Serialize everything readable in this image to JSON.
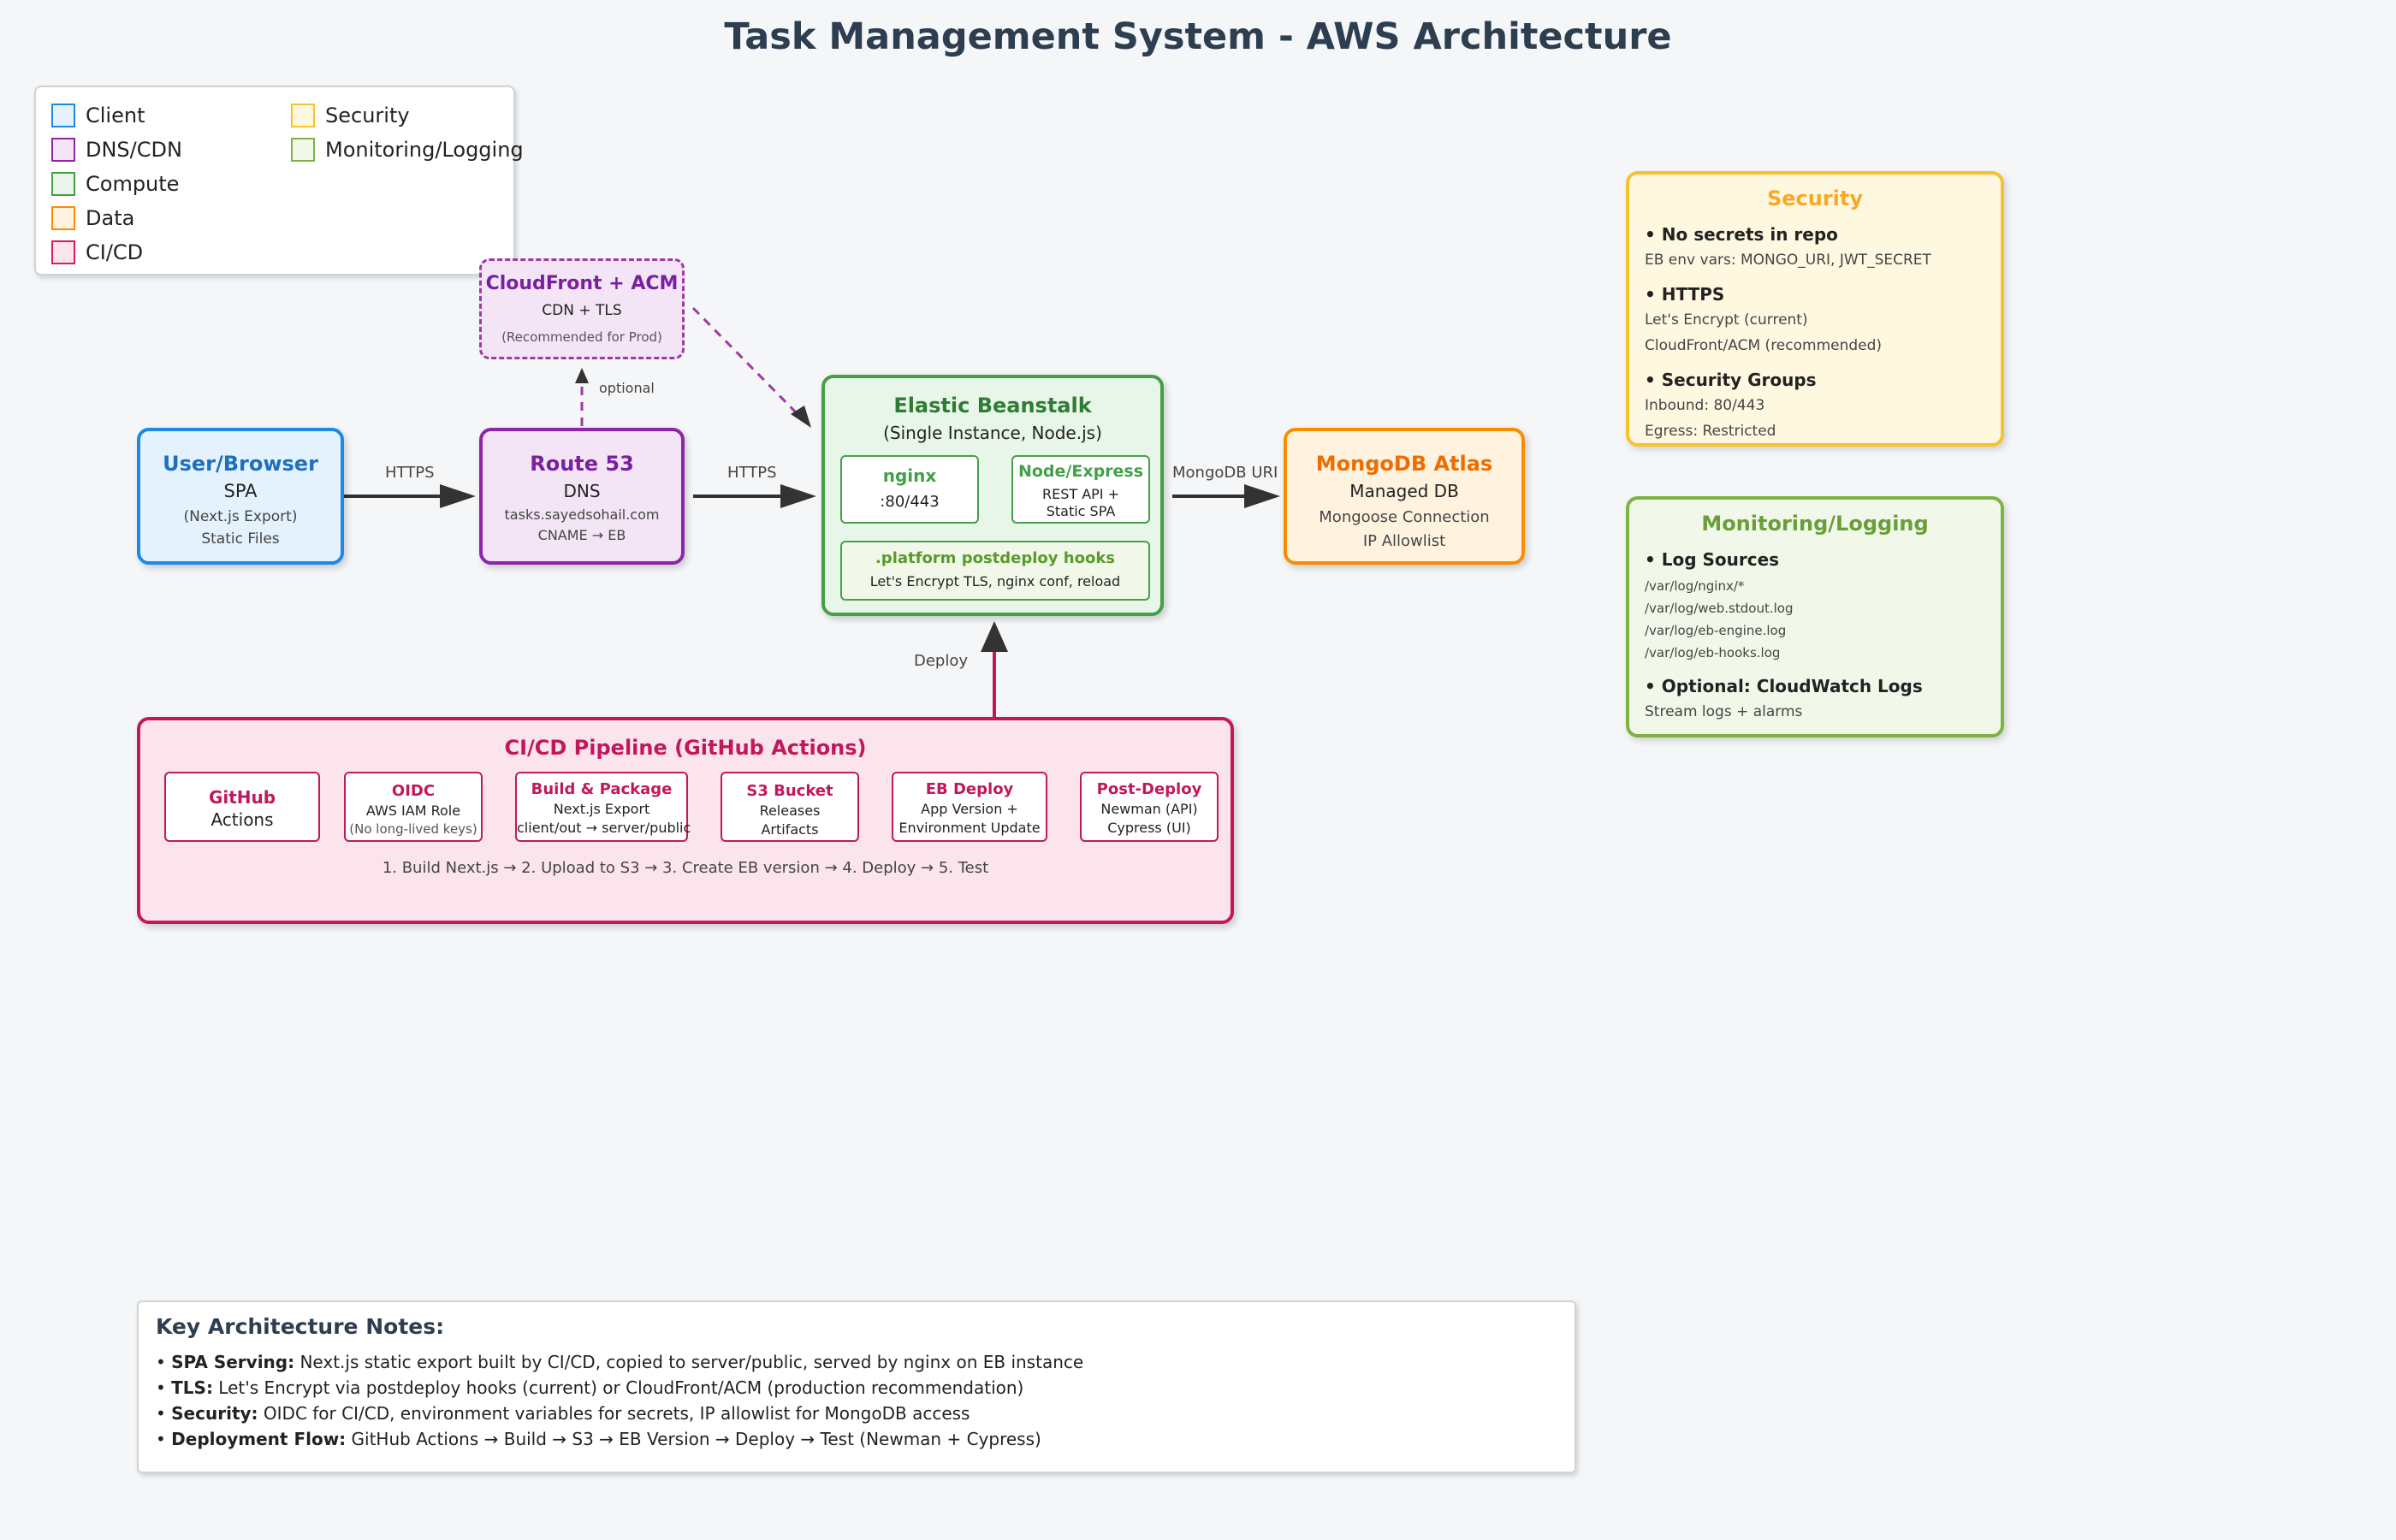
{
  "title": "Task Management System - AWS Architecture",
  "legend": [
    {
      "label": "Client",
      "color": "#1e88e5",
      "fill": "#e3f2fd"
    },
    {
      "label": "DNS/CDN",
      "color": "#8e24aa",
      "fill": "#f3e5f5"
    },
    {
      "label": "Compute",
      "color": "#43a047",
      "fill": "#e8f5e9"
    },
    {
      "label": "Data",
      "color": "#fb8c00",
      "fill": "#fff3e0"
    },
    {
      "label": "CI/CD",
      "color": "#d81b60",
      "fill": "#fce4ec"
    },
    {
      "label": "Security",
      "color": "#fbc02d",
      "fill": "#fff8e1"
    },
    {
      "label": "Monitoring/Logging",
      "color": "#7cb342",
      "fill": "#f1f8e9"
    }
  ],
  "nodes": {
    "user": {
      "title": "User/Browser",
      "line1": "SPA",
      "line2": "(Next.js Export)",
      "line3": "Static Files"
    },
    "route53": {
      "title": "Route 53",
      "line1": "DNS",
      "line2": "tasks.sayedsohail.com",
      "line3": "CNAME → EB"
    },
    "cloudfront": {
      "title": "CloudFront + ACM",
      "line1": "CDN + TLS",
      "line2": "(Recommended for Prod)"
    },
    "eb": {
      "title": "Elastic Beanstalk",
      "subtitle": "(Single Instance, Node.js)",
      "nginx_title": "nginx",
      "nginx_port": ":80/443",
      "node_title": "Node/Express",
      "node_line1": "REST API +",
      "node_line2": "Static SPA",
      "hooks_title": ".platform postdeploy hooks",
      "hooks_line": "Let's Encrypt TLS, nginx conf, reload"
    },
    "mongo": {
      "title": "MongoDB Atlas",
      "line1": "Managed DB",
      "line2": "Mongoose Connection",
      "line3": "IP Allowlist"
    }
  },
  "edges": {
    "user_route53": "HTTPS",
    "route53_eb": "HTTPS",
    "eb_mongo": "MongoDB URI",
    "route53_cloudfront": "optional",
    "cicd_eb": "Deploy"
  },
  "cicd": {
    "title": "CI/CD Pipeline (GitHub Actions)",
    "steps": [
      {
        "title": "GitHub",
        "line1": "Actions",
        "line2": ""
      },
      {
        "title": "OIDC",
        "line1": "AWS IAM Role",
        "line2": "(No long-lived keys)"
      },
      {
        "title": "Build & Package",
        "line1": "Next.js Export",
        "line2": "client/out → server/public"
      },
      {
        "title": "S3 Bucket",
        "line1": "Releases",
        "line2": "Artifacts"
      },
      {
        "title": "EB Deploy",
        "line1": "App Version +",
        "line2": "Environment Update"
      },
      {
        "title": "Post-Deploy",
        "line1": "Newman (API)",
        "line2": "Cypress (UI)"
      }
    ],
    "flow": "1. Build Next.js → 2. Upload to S3 → 3. Create EB version → 4. Deploy → 5. Test"
  },
  "security": {
    "title": "Security",
    "items": [
      {
        "head": "• No secrets in repo",
        "lines": [
          "EB env vars: MONGO_URI, JWT_SECRET"
        ]
      },
      {
        "head": "• HTTPS",
        "lines": [
          "Let's Encrypt (current)",
          "CloudFront/ACM (recommended)"
        ]
      },
      {
        "head": "• Security Groups",
        "lines": [
          "Inbound: 80/443",
          "Egress: Restricted"
        ]
      }
    ]
  },
  "monitoring": {
    "title": "Monitoring/Logging",
    "items": [
      {
        "head": "• Log Sources",
        "lines": [
          "/var/log/nginx/*",
          "/var/log/web.stdout.log",
          "/var/log/eb-engine.log",
          "/var/log/eb-hooks.log"
        ]
      },
      {
        "head": "• Optional: CloudWatch Logs",
        "lines": [
          "Stream logs + alarms"
        ]
      }
    ]
  },
  "notes": {
    "title": "Key Architecture Notes:",
    "items": [
      {
        "label": "SPA Serving:",
        "text": " Next.js static export built by CI/CD, copied to server/public, served by nginx on EB instance"
      },
      {
        "label": "TLS:",
        "text": " Let's Encrypt via postdeploy hooks (current) or CloudFront/ACM (production recommendation)"
      },
      {
        "label": "Security:",
        "text": " OIDC for CI/CD, environment variables for secrets, IP allowlist for MongoDB access"
      },
      {
        "label": "Deployment Flow:",
        "text": " GitHub Actions → Build → S3 → EB Version → Deploy → Test (Newman + Cypress)"
      }
    ]
  }
}
